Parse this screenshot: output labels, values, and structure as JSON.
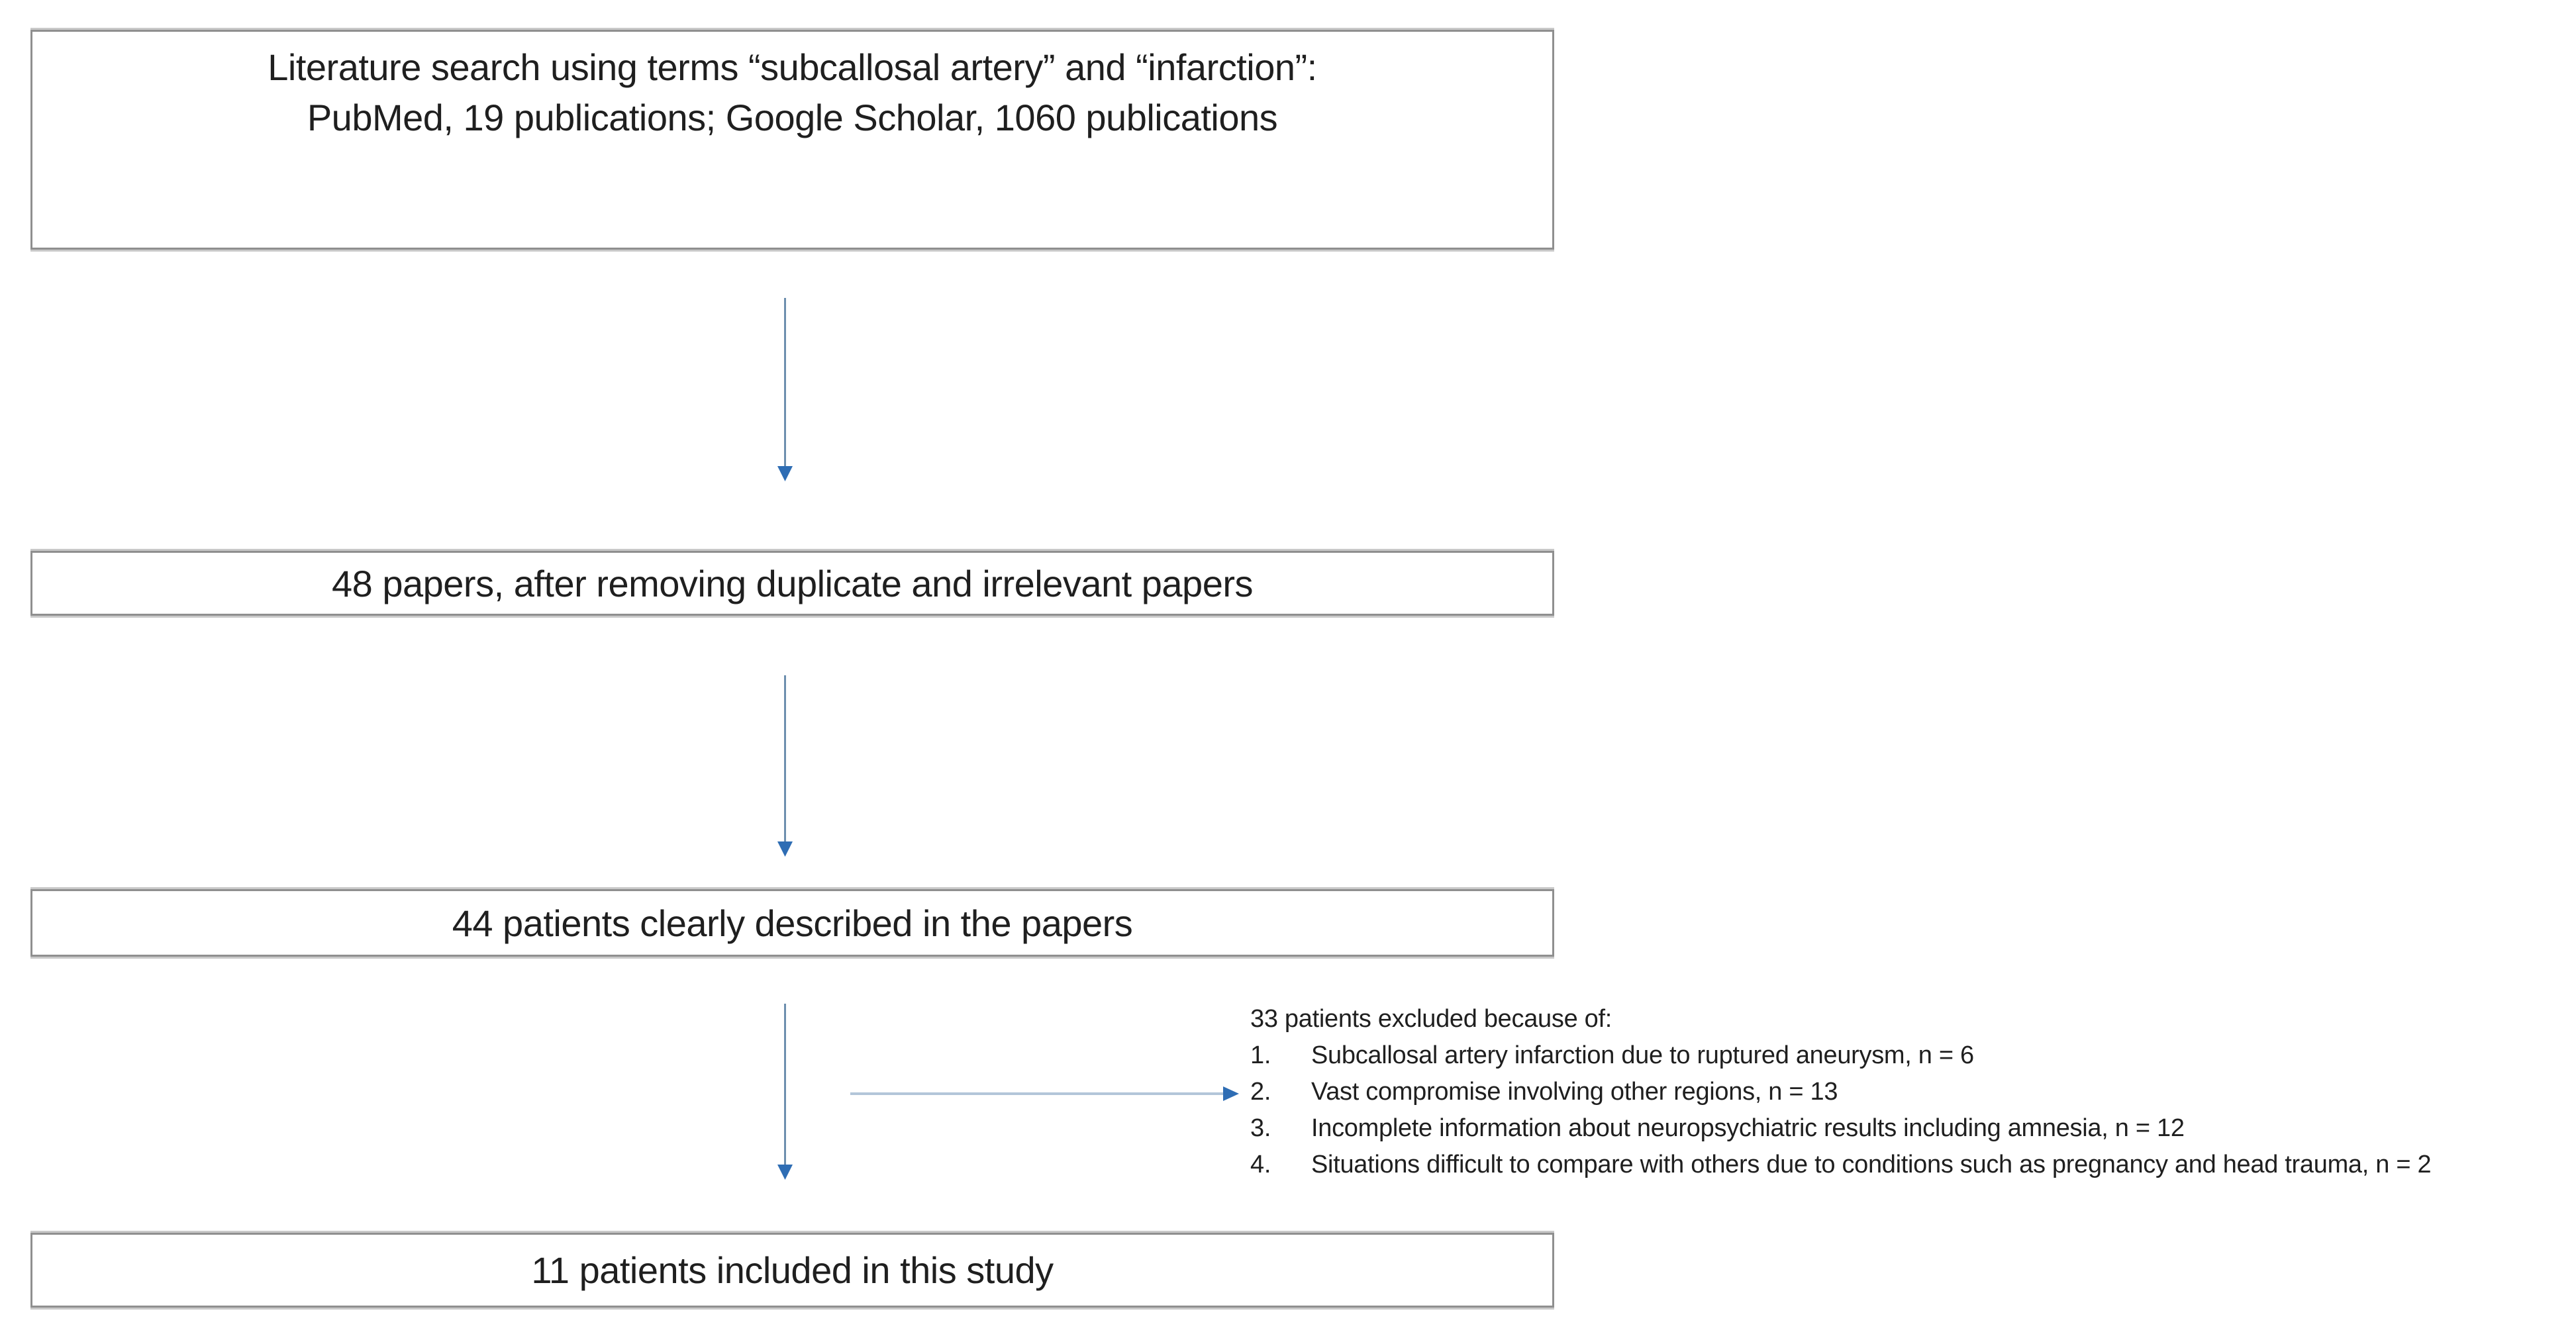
{
  "figure": {
    "background_color": "#ffffff",
    "box_border_color": "#8f8f8f",
    "text_color": "#1f1f1f",
    "arrow_shaft_vertical_color": "#6d8fae",
    "arrow_shaft_horizontal_color": "#b3c6d9",
    "arrow_head_color": "#2e6db4"
  },
  "flow": {
    "box_search": {
      "line1": "Literature search using terms “subcallosal artery” and “infarction”:",
      "line2": "PubMed, 19 publications; Google Scholar, 1060 publications"
    },
    "box_dedup": {
      "text": "48 papers, after removing duplicate and irrelevant papers"
    },
    "box_described": {
      "text": "44 patients clearly described in the papers"
    },
    "box_included": {
      "text": "11 patients included in this study"
    }
  },
  "exclusions": {
    "heading": "33 patients excluded because of:",
    "items": [
      {
        "num": "1.",
        "text": "Subcallosal artery infarction due to ruptured aneurysm, n = 6"
      },
      {
        "num": "2.",
        "text": "Vast compromise involving other regions, n = 13"
      },
      {
        "num": "3.",
        "text": "Incomplete information about neuropsychiatric results including amnesia, n = 12"
      },
      {
        "num": "4.",
        "text": "Situations difficult to compare with others due to conditions such as pregnancy and head trauma, n = 2"
      }
    ]
  }
}
